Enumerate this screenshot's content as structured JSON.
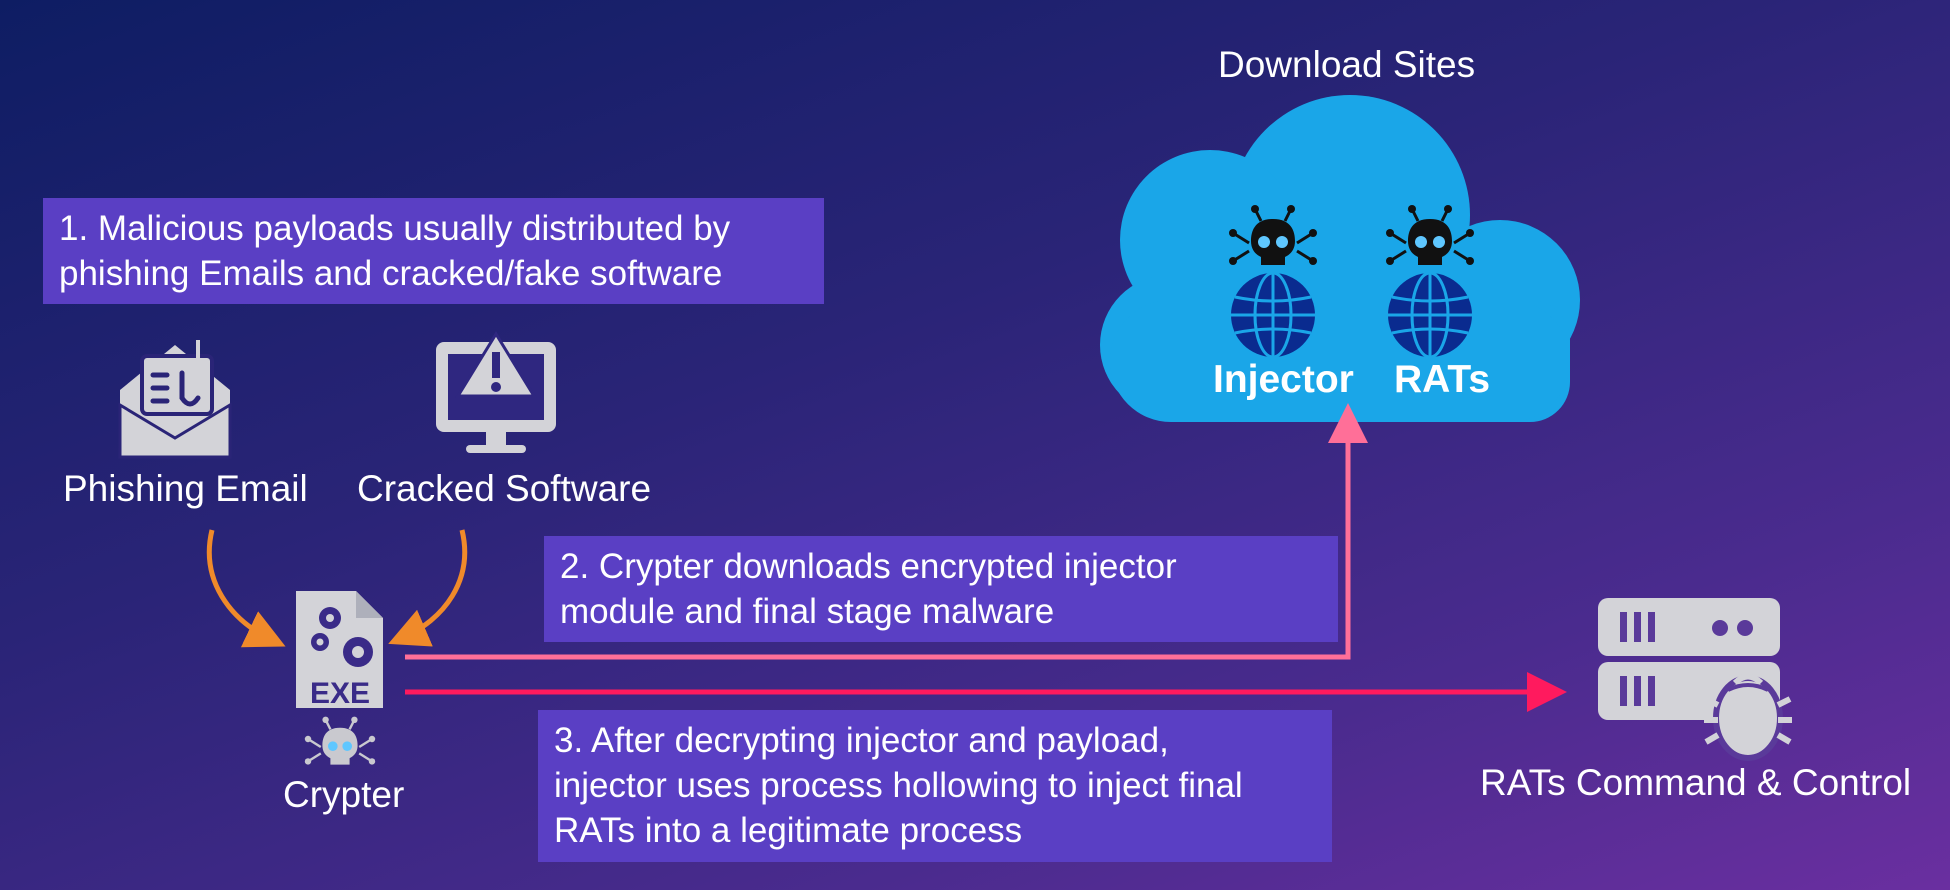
{
  "diagram": {
    "step1": {
      "lines": [
        "1. Malicious payloads usually distributed by",
        "phishing Emails and cracked/fake software"
      ]
    },
    "step2": {
      "lines": [
        "2. Crypter downloads encrypted injector",
        "module and final stage malware"
      ]
    },
    "step3": {
      "lines": [
        "3. After decrypting injector and payload,",
        "injector uses process hollowing to inject final",
        "RATs into a legitimate process"
      ]
    },
    "nodes": {
      "phishing_email": "Phishing Email",
      "cracked_software": "Cracked Software",
      "crypter": "Crypter",
      "exe_text": "EXE",
      "download_sites": "Download Sites",
      "injector": "Injector",
      "rats": "RATs",
      "rats_cc": "RATs Command & Control"
    },
    "colors": {
      "box_fill": "#5a3fc4",
      "cloud": "#1aa6e8",
      "orange_arrow": "#f08a2a",
      "pink_arrow": "#ff6f98",
      "red_arrow": "#ff1a5e",
      "icon_gray": "#d3d3d8",
      "globe": "#0a2b8f"
    },
    "icons": [
      "envelope-hook-icon",
      "monitor-warning-icon",
      "exe-file-icon",
      "skull-icon",
      "globe-icon",
      "server-bug-icon",
      "cloud-icon"
    ]
  }
}
